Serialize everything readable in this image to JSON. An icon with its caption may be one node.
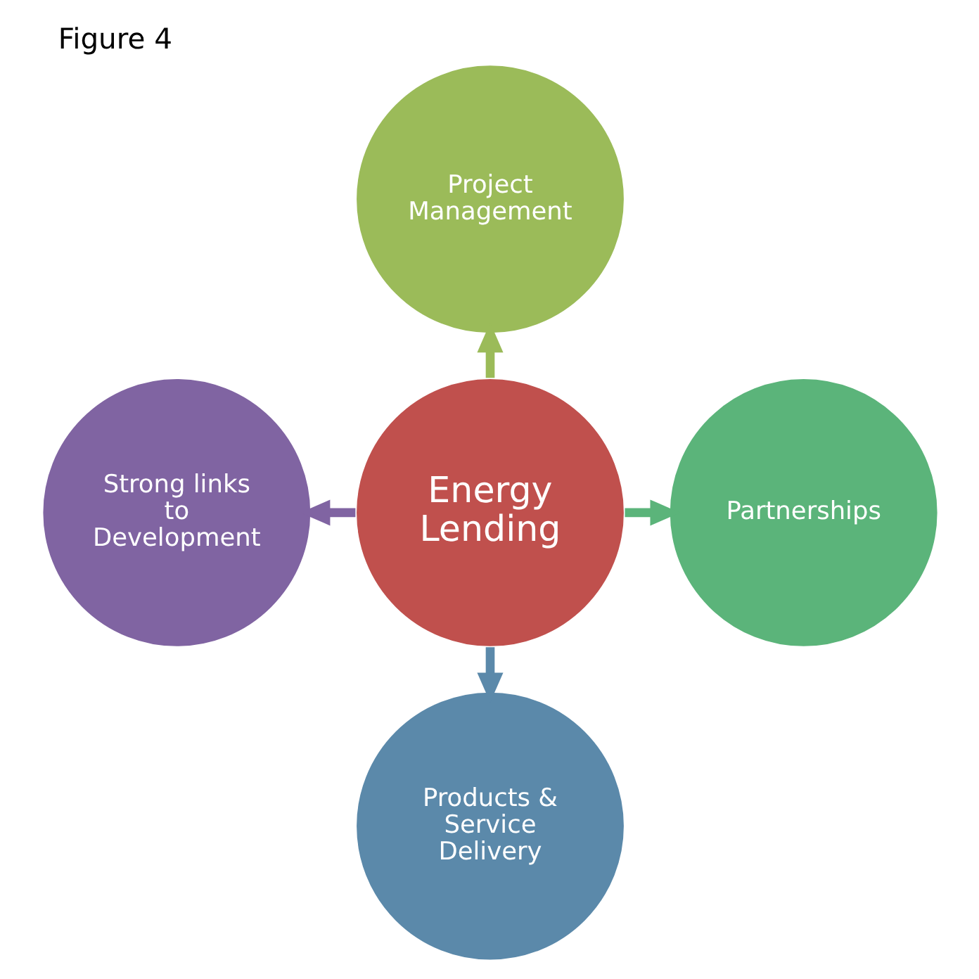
{
  "diagram": {
    "title": "Figure 4",
    "nodes": [
      {
        "text": [
          "Project Management"
        ]
      },
      {
        "text": [
          "Strong links to Development"
        ]
      },
      {
        "text": [
          "Energy Lending"
        ]
      },
      {
        "text": [
          "Partnerships"
        ]
      },
      {
        "text": [
          "Products & Service Delivery"
        ]
      }
    ],
    "edges": [
      {
        "from": 2,
        "to": 0,
        "arrow": "to",
        "color": "#9bbb59"
      },
      {
        "from": 2,
        "to": 3,
        "arrow": "to",
        "color": "#5bb47a"
      },
      {
        "from": 2,
        "to": 4,
        "arrow": "to",
        "color": "#5b89aa"
      },
      {
        "from": 2,
        "to": 1,
        "arrow": "to",
        "color": "#8064a2"
      }
    ]
  }
}
